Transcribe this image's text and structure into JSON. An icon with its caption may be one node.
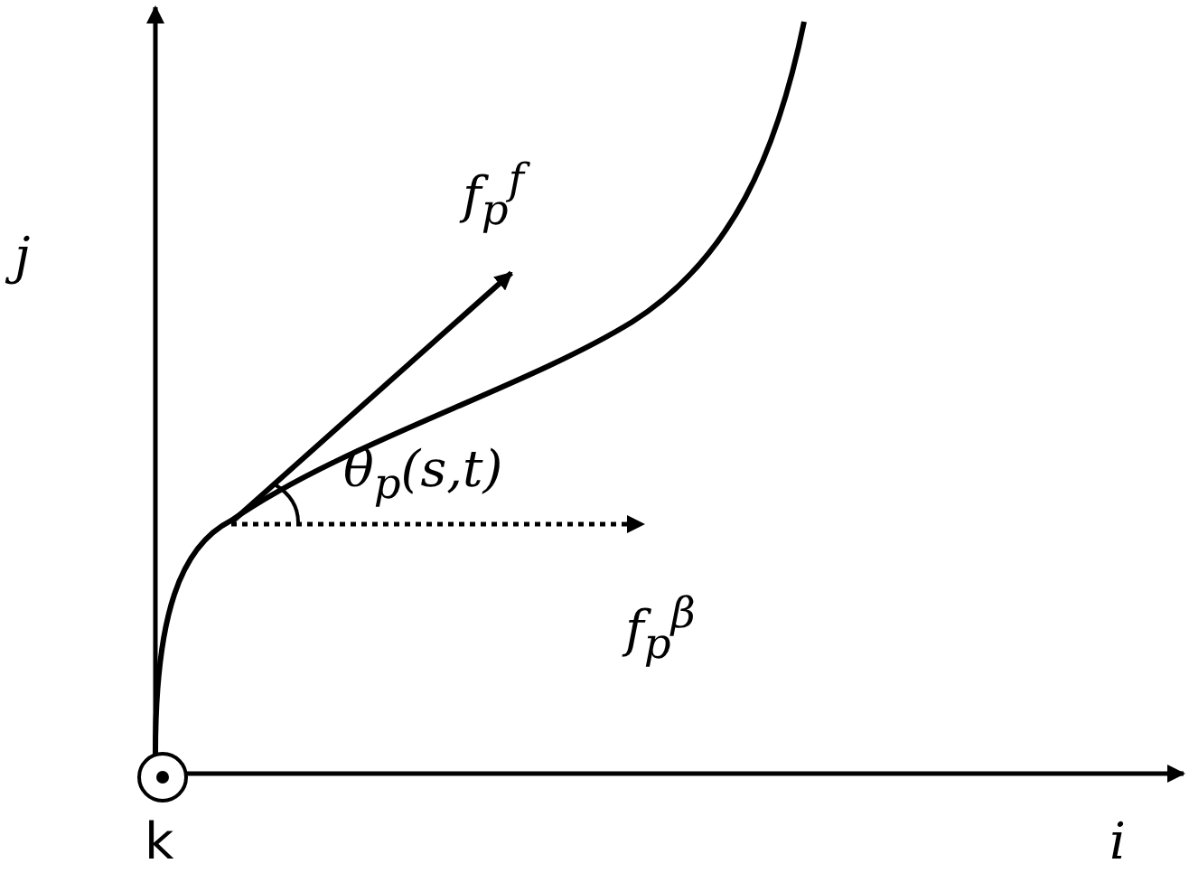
{
  "diagram": {
    "labels": [
      "j",
      "f$_{p}$$^{f}$",
      "θ$_{p}$(s,t)",
      "f$_{p}$$^{β}$",
      "k",
      "i"
    ]
  }
}
